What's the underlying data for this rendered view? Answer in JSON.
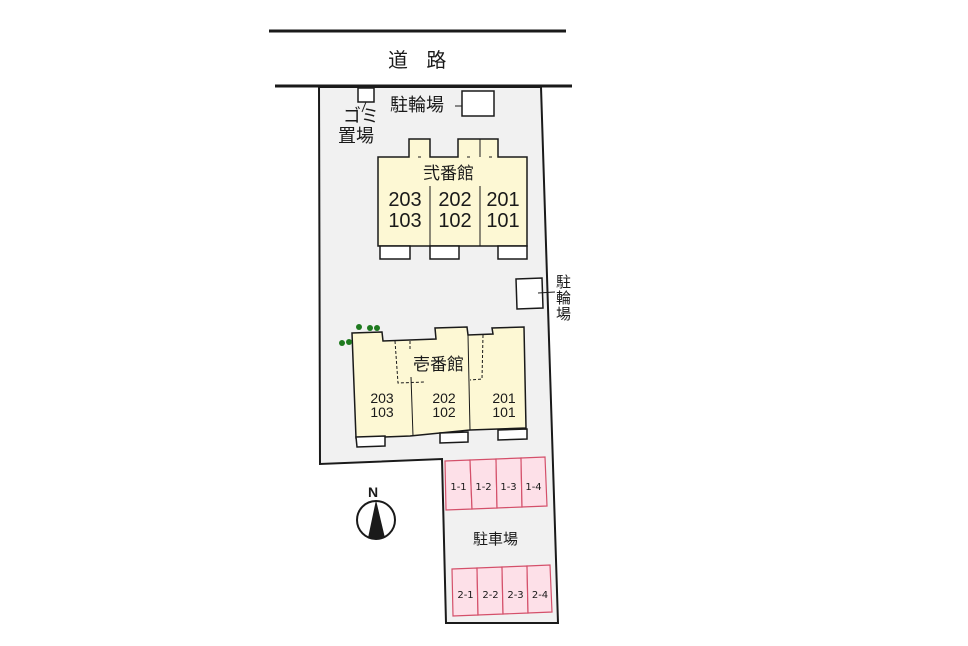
{
  "road": {
    "label": "道 路"
  },
  "colors": {
    "lot_fill": "#f1f1f1",
    "building_fill": "#fdf8d4",
    "parking_fill": "#fde0e8",
    "parking_border": "#d4506a",
    "outline": "#1a1a1a",
    "tree": "#1f7a1f"
  },
  "facilities": {
    "garbage": {
      "label_line1": "ゴミ",
      "label_line2": "置場"
    },
    "bicycle_top": {
      "label": "駐輪場"
    },
    "bicycle_side": {
      "label": "駐輪場"
    },
    "parking": {
      "label": "駐車場"
    }
  },
  "buildings": [
    {
      "name": "弐番館",
      "units": [
        {
          "upper": "203",
          "lower": "103"
        },
        {
          "upper": "202",
          "lower": "102"
        },
        {
          "upper": "201",
          "lower": "101"
        }
      ]
    },
    {
      "name": "壱番館",
      "units": [
        {
          "upper": "203",
          "lower": "103"
        },
        {
          "upper": "202",
          "lower": "102"
        },
        {
          "upper": "201",
          "lower": "101"
        }
      ]
    }
  ],
  "parking_spaces": {
    "row1": [
      "1-1",
      "1-2",
      "1-3",
      "1-4"
    ],
    "row2": [
      "2-1",
      "2-2",
      "2-3",
      "2-4"
    ]
  },
  "compass": {
    "label": "N"
  }
}
